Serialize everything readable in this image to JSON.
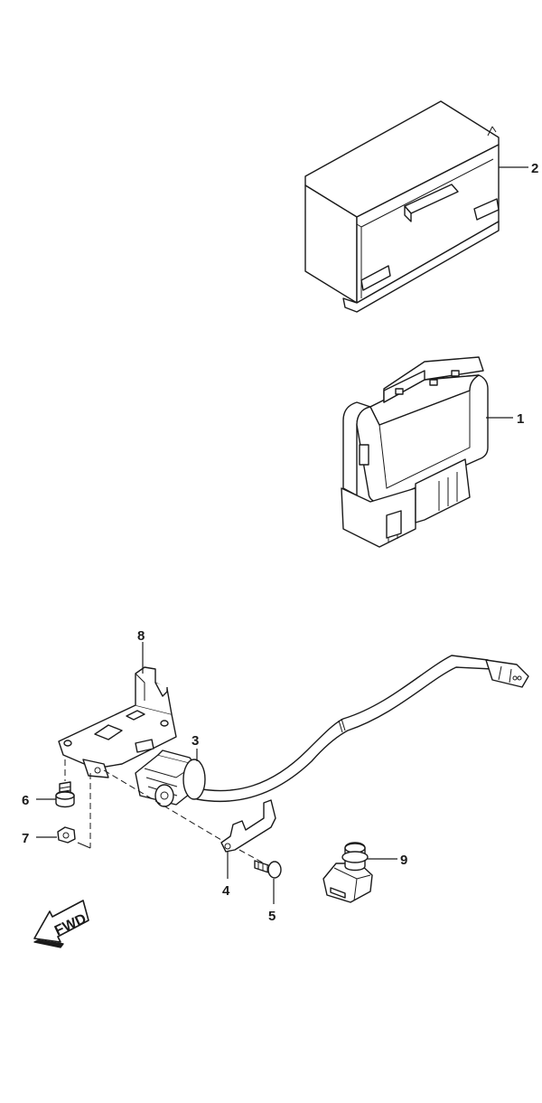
{
  "diagram": {
    "callouts": [
      {
        "id": "1",
        "label": "1"
      },
      {
        "id": "2",
        "label": "2"
      },
      {
        "id": "3",
        "label": "3"
      },
      {
        "id": "4",
        "label": "4"
      },
      {
        "id": "5",
        "label": "5"
      },
      {
        "id": "6",
        "label": "6"
      },
      {
        "id": "7",
        "label": "7"
      },
      {
        "id": "8",
        "label": "8"
      },
      {
        "id": "9",
        "label": "9"
      }
    ],
    "direction_arrow": {
      "label": "FWD",
      "icon": "fwd-arrow-icon"
    }
  }
}
